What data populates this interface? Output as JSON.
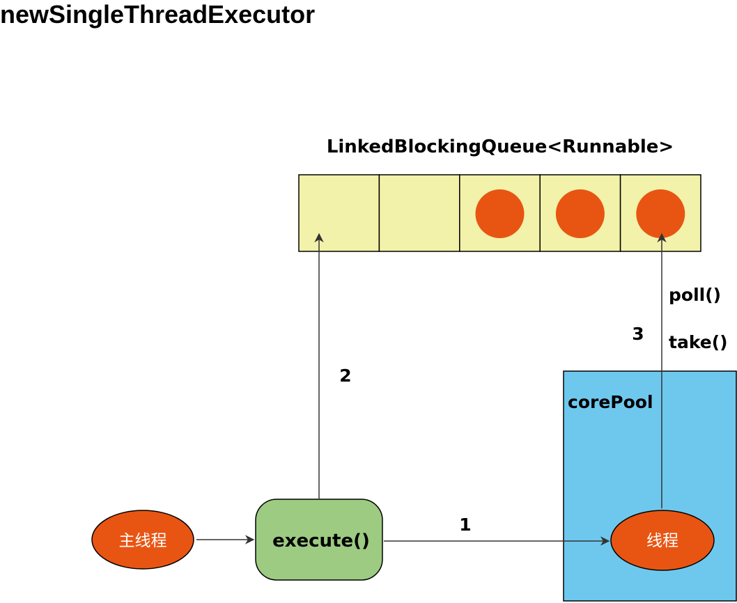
{
  "title": "newSingleThreadExecutor",
  "queue": {
    "label": "LinkedBlockingQueue<Runnable>",
    "slots": [
      {
        "filled": false
      },
      {
        "filled": false
      },
      {
        "filled": true
      },
      {
        "filled": true
      },
      {
        "filled": true
      }
    ]
  },
  "core_pool": {
    "label": "corePool"
  },
  "nodes": {
    "main_thread": "主线程",
    "execute": "execute()",
    "worker_thread": "线程"
  },
  "steps": {
    "one": "1",
    "two": "2",
    "three": "3"
  },
  "methods": {
    "poll": "poll()",
    "take": "take()"
  },
  "colors": {
    "queue_fill": "#f2f2aa",
    "task": "#e85513",
    "execute_fill": "#9ccb81",
    "core_pool_fill": "#6ec8ee",
    "arrow": "#333333"
  }
}
